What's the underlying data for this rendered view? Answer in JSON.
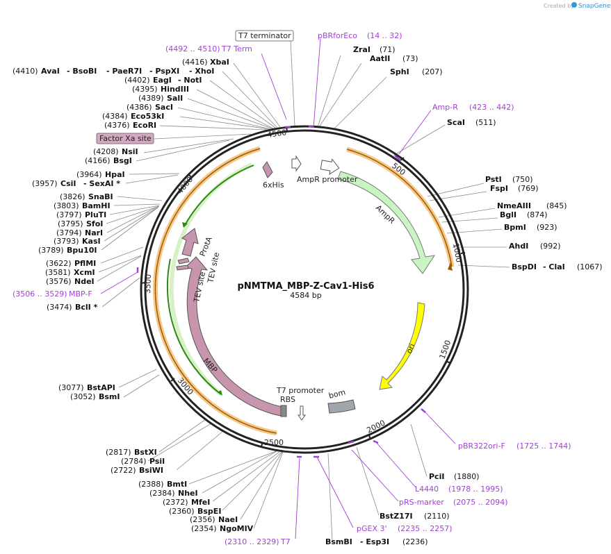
{
  "watermark": "Created by",
  "watermark_brand": "SnapGene",
  "plasmid": {
    "name": "pNMTMA_MBP-Z-Cav1-His6",
    "length": "4584 bp"
  },
  "ruler": [
    "500",
    "1000",
    "1500",
    "2000",
    "2500",
    "3000",
    "3500",
    "4000",
    "4500"
  ],
  "boxed": {
    "t7_terminator": "T7 terminator",
    "factor_xa": "Factor Xa site"
  },
  "features": {
    "ampr": "AmpR",
    "ampr_promoter": "AmpR promoter",
    "ori": "ori",
    "his": "6xHis",
    "prota": "ProtA",
    "tev1": "TEV site",
    "tev2": "TEV site",
    "mbp": "MBP",
    "t7_promoter": "T7 promoter",
    "rbs": "RBS",
    "bom": "bom"
  },
  "primers": {
    "pbrfor": [
      "pBRforEco",
      "(14 .. 32)"
    ],
    "ampr_primer": [
      "Amp-R",
      "(423 .. 442)"
    ],
    "t7term": [
      "(4492 .. 4510)",
      "T7 Term"
    ],
    "mbpf": [
      "(3506 .. 3529)",
      "MBP-F"
    ],
    "pbr322": [
      "pBR322ori-F",
      "(1725 .. 1744)"
    ],
    "l4440": [
      "L4440",
      "(1978 .. 1995)"
    ],
    "prs": [
      "pRS-marker",
      "(2075 .. 2094)"
    ],
    "pgex": [
      "pGEX 3'",
      "(2235 .. 2257)"
    ],
    "t7": [
      "(2310 .. 2329)",
      "T7"
    ]
  },
  "sites_right": [
    [
      "ZraI",
      "(71)"
    ],
    [
      "AatII",
      "(73)"
    ],
    [
      "SphI",
      "(207)"
    ],
    [
      "ScaI",
      "(511)"
    ],
    [
      "PstI",
      "(750)"
    ],
    [
      "FspI",
      "(769)"
    ],
    [
      "NmeAIII",
      "(845)"
    ],
    [
      "BglI",
      "(874)"
    ],
    [
      "BpmI",
      "(923)"
    ],
    [
      "AhdI",
      "(992)"
    ],
    [
      "BspDI",
      "- ClaI",
      "(1067)"
    ],
    [
      "PciI",
      "(1880)"
    ],
    [
      "BstZ17I",
      "(2110)"
    ],
    [
      "BsmBI",
      "- Esp3I",
      "(2236)"
    ]
  ],
  "sites_left": [
    [
      "(4416)",
      "XbaI"
    ],
    [
      "(4410)",
      "AvaI",
      "- BsoBI",
      "- PaeR7I",
      "- PspXI",
      "- XhoI"
    ],
    [
      "(4402)",
      "EagI",
      "- NotI"
    ],
    [
      "(4395)",
      "HindIII"
    ],
    [
      "(4389)",
      "SalI"
    ],
    [
      "(4386)",
      "SacI"
    ],
    [
      "(4384)",
      "Eco53kI"
    ],
    [
      "(4376)",
      "EcoRI"
    ],
    [
      "(4208)",
      "NsiI"
    ],
    [
      "(4166)",
      "BsgI"
    ],
    [
      "(3964)",
      "HpaI"
    ],
    [
      "(3957)",
      "CsiI",
      "- SexAI *"
    ],
    [
      "(3826)",
      "SnaBI"
    ],
    [
      "(3803)",
      "BamHI"
    ],
    [
      "(3797)",
      "PluTI"
    ],
    [
      "(3795)",
      "SfoI"
    ],
    [
      "(3794)",
      "NarI"
    ],
    [
      "(3793)",
      "KasI"
    ],
    [
      "(3789)",
      "Bpu10I"
    ],
    [
      "(3622)",
      "PflMI"
    ],
    [
      "(3581)",
      "XcmI"
    ],
    [
      "(3576)",
      "NdeI"
    ],
    [
      "(3474)",
      "BclI *"
    ],
    [
      "(3077)",
      "BstAPI"
    ],
    [
      "(3052)",
      "BsmI"
    ],
    [
      "(2817)",
      "BstXI"
    ],
    [
      "(2784)",
      "PsiI"
    ],
    [
      "(2722)",
      "BsiWI"
    ],
    [
      "(2388)",
      "BmtI"
    ],
    [
      "(2384)",
      "NheI"
    ],
    [
      "(2372)",
      "MfeI"
    ],
    [
      "(2360)",
      "BspEI"
    ],
    [
      "(2356)",
      "NaeI"
    ],
    [
      "(2354)",
      "NgoMIV"
    ]
  ]
}
